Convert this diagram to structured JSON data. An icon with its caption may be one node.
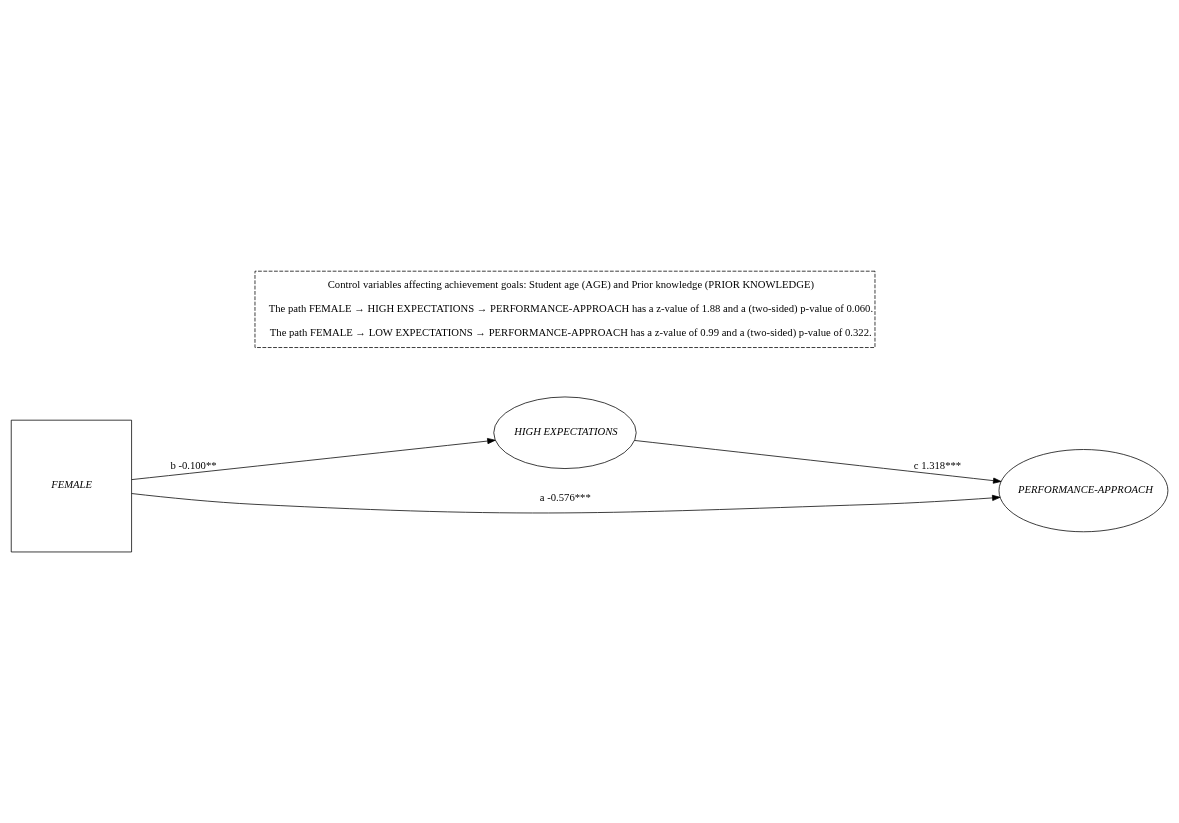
{
  "diagram": {
    "nodes": [
      {
        "text": [
          "HIGH EXPECTATIONS"
        ]
      },
      {
        "text": [
          "FEMALE"
        ]
      },
      {
        "text": [
          "PERFORMANCE-APPROACH"
        ]
      },
      {
        "text": [
          "Control variables affecting achievement goals: Student age (AGE) and Prior knowledge (PRIOR KNOWLEDGE)",
          "The path FEMALE → HIGH EXPECTATIONS → PERFORMANCE-APPROACH has a z-value of 1.88 and a (two-sided) p-value of 0.060.",
          "The path FEMALE → LOW EXPECTATIONS → PERFORMANCE-APPROACH has a z-value of 0.99 and a (two-sided) p-value of 0.322."
        ]
      }
    ],
    "edges": [
      {
        "from": 1,
        "to": 0,
        "arrow": "to",
        "label": "b -0.100**"
      },
      {
        "from": 0,
        "to": 2,
        "arrow": "to",
        "label": "c 1.318***"
      },
      {
        "from": 1,
        "to": 2,
        "arrow": "to",
        "label": "a -0.576***"
      }
    ]
  }
}
